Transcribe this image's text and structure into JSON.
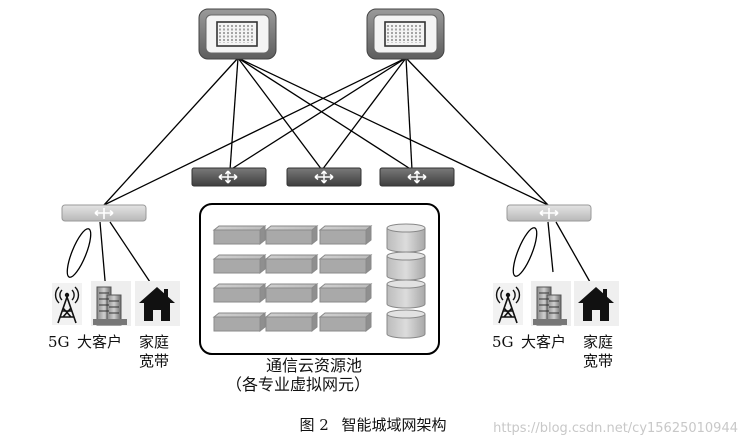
{
  "labels": {
    "left_5g": "5G",
    "left_big_customer": "大客户",
    "left_home_line1": "家庭",
    "left_home_line2": "宽带",
    "right_5g": "5G",
    "right_big_customer": "大客户",
    "right_home_line1": "家庭",
    "right_home_line2": "宽带",
    "pool_title": "通信云资源池",
    "pool_subtitle": "（各专业虚拟网元）"
  },
  "caption": {
    "figure": "图 2",
    "title": "智能城域网架构"
  },
  "watermark": "https://blog.csdn.net/cy15625010944",
  "icons": [
    "core-router-icon",
    "switch-icon",
    "antenna-tower-icon",
    "office-building-icon",
    "house-icon",
    "server-blade-icon",
    "storage-cylinder-icon"
  ],
  "colors": {
    "line": "#000000",
    "device_dark": "#555555",
    "device_light": "#c8c8c8",
    "server": "#b4b4b4"
  }
}
